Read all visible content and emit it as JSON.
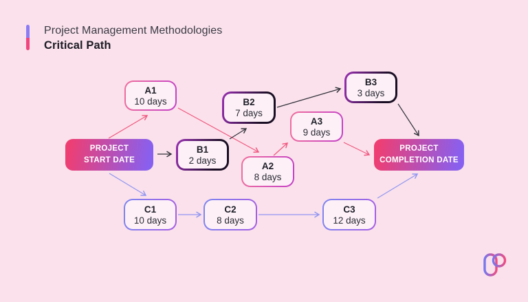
{
  "header": {
    "title": "Project Management Methodologies",
    "subtitle": "Critical Path"
  },
  "diagram": {
    "milestones": {
      "start": {
        "line1": "PROJECT",
        "line2": "START DATE"
      },
      "completion": {
        "line1": "PROJECT",
        "line2": "COMPLETION DATE"
      }
    },
    "nodes": {
      "a1": {
        "label": "A1",
        "duration": "10 days",
        "path": "A"
      },
      "a2": {
        "label": "A2",
        "duration": "8 days",
        "path": "A"
      },
      "a3": {
        "label": "A3",
        "duration": "9 days",
        "path": "A"
      },
      "b1": {
        "label": "B1",
        "duration": "2 days",
        "path": "B"
      },
      "b2": {
        "label": "B2",
        "duration": "7 days",
        "path": "B"
      },
      "b3": {
        "label": "B3",
        "duration": "3 days",
        "path": "B"
      },
      "c1": {
        "label": "C1",
        "duration": "10 days",
        "path": "C"
      },
      "c2": {
        "label": "C2",
        "duration": "8 days",
        "path": "C"
      },
      "c3": {
        "label": "C3",
        "duration": "12 days",
        "path": "C"
      }
    },
    "edges": [
      {
        "from": "START",
        "to": "A1",
        "color": "pink"
      },
      {
        "from": "A1",
        "to": "A2",
        "color": "pink"
      },
      {
        "from": "A2",
        "to": "A3",
        "color": "pink"
      },
      {
        "from": "A3",
        "to": "COMPLETION",
        "color": "pink"
      },
      {
        "from": "START",
        "to": "B1",
        "color": "dark"
      },
      {
        "from": "B1",
        "to": "B2",
        "color": "dark"
      },
      {
        "from": "B2",
        "to": "B3",
        "color": "dark"
      },
      {
        "from": "B3",
        "to": "COMPLETION",
        "color": "dark"
      },
      {
        "from": "START",
        "to": "C1",
        "color": "peri"
      },
      {
        "from": "C1",
        "to": "C2",
        "color": "peri"
      },
      {
        "from": "C2",
        "to": "C3",
        "color": "peri"
      },
      {
        "from": "C3",
        "to": "COMPLETION",
        "color": "peri"
      }
    ]
  },
  "logo": {
    "icon": "brand-logo"
  },
  "colors": {
    "background": "#fae1eb",
    "node_fill": "#fdf1f7",
    "milestone_gradient_start": "#ee3e72",
    "milestone_gradient_end": "#8760f0",
    "path_a_edge": "#f0577f",
    "path_b_edge": "#33333b",
    "path_c_edge": "#9095f2",
    "accent_bar_top": "#8b7cf6",
    "accent_bar_bottom": "#f0457e"
  }
}
